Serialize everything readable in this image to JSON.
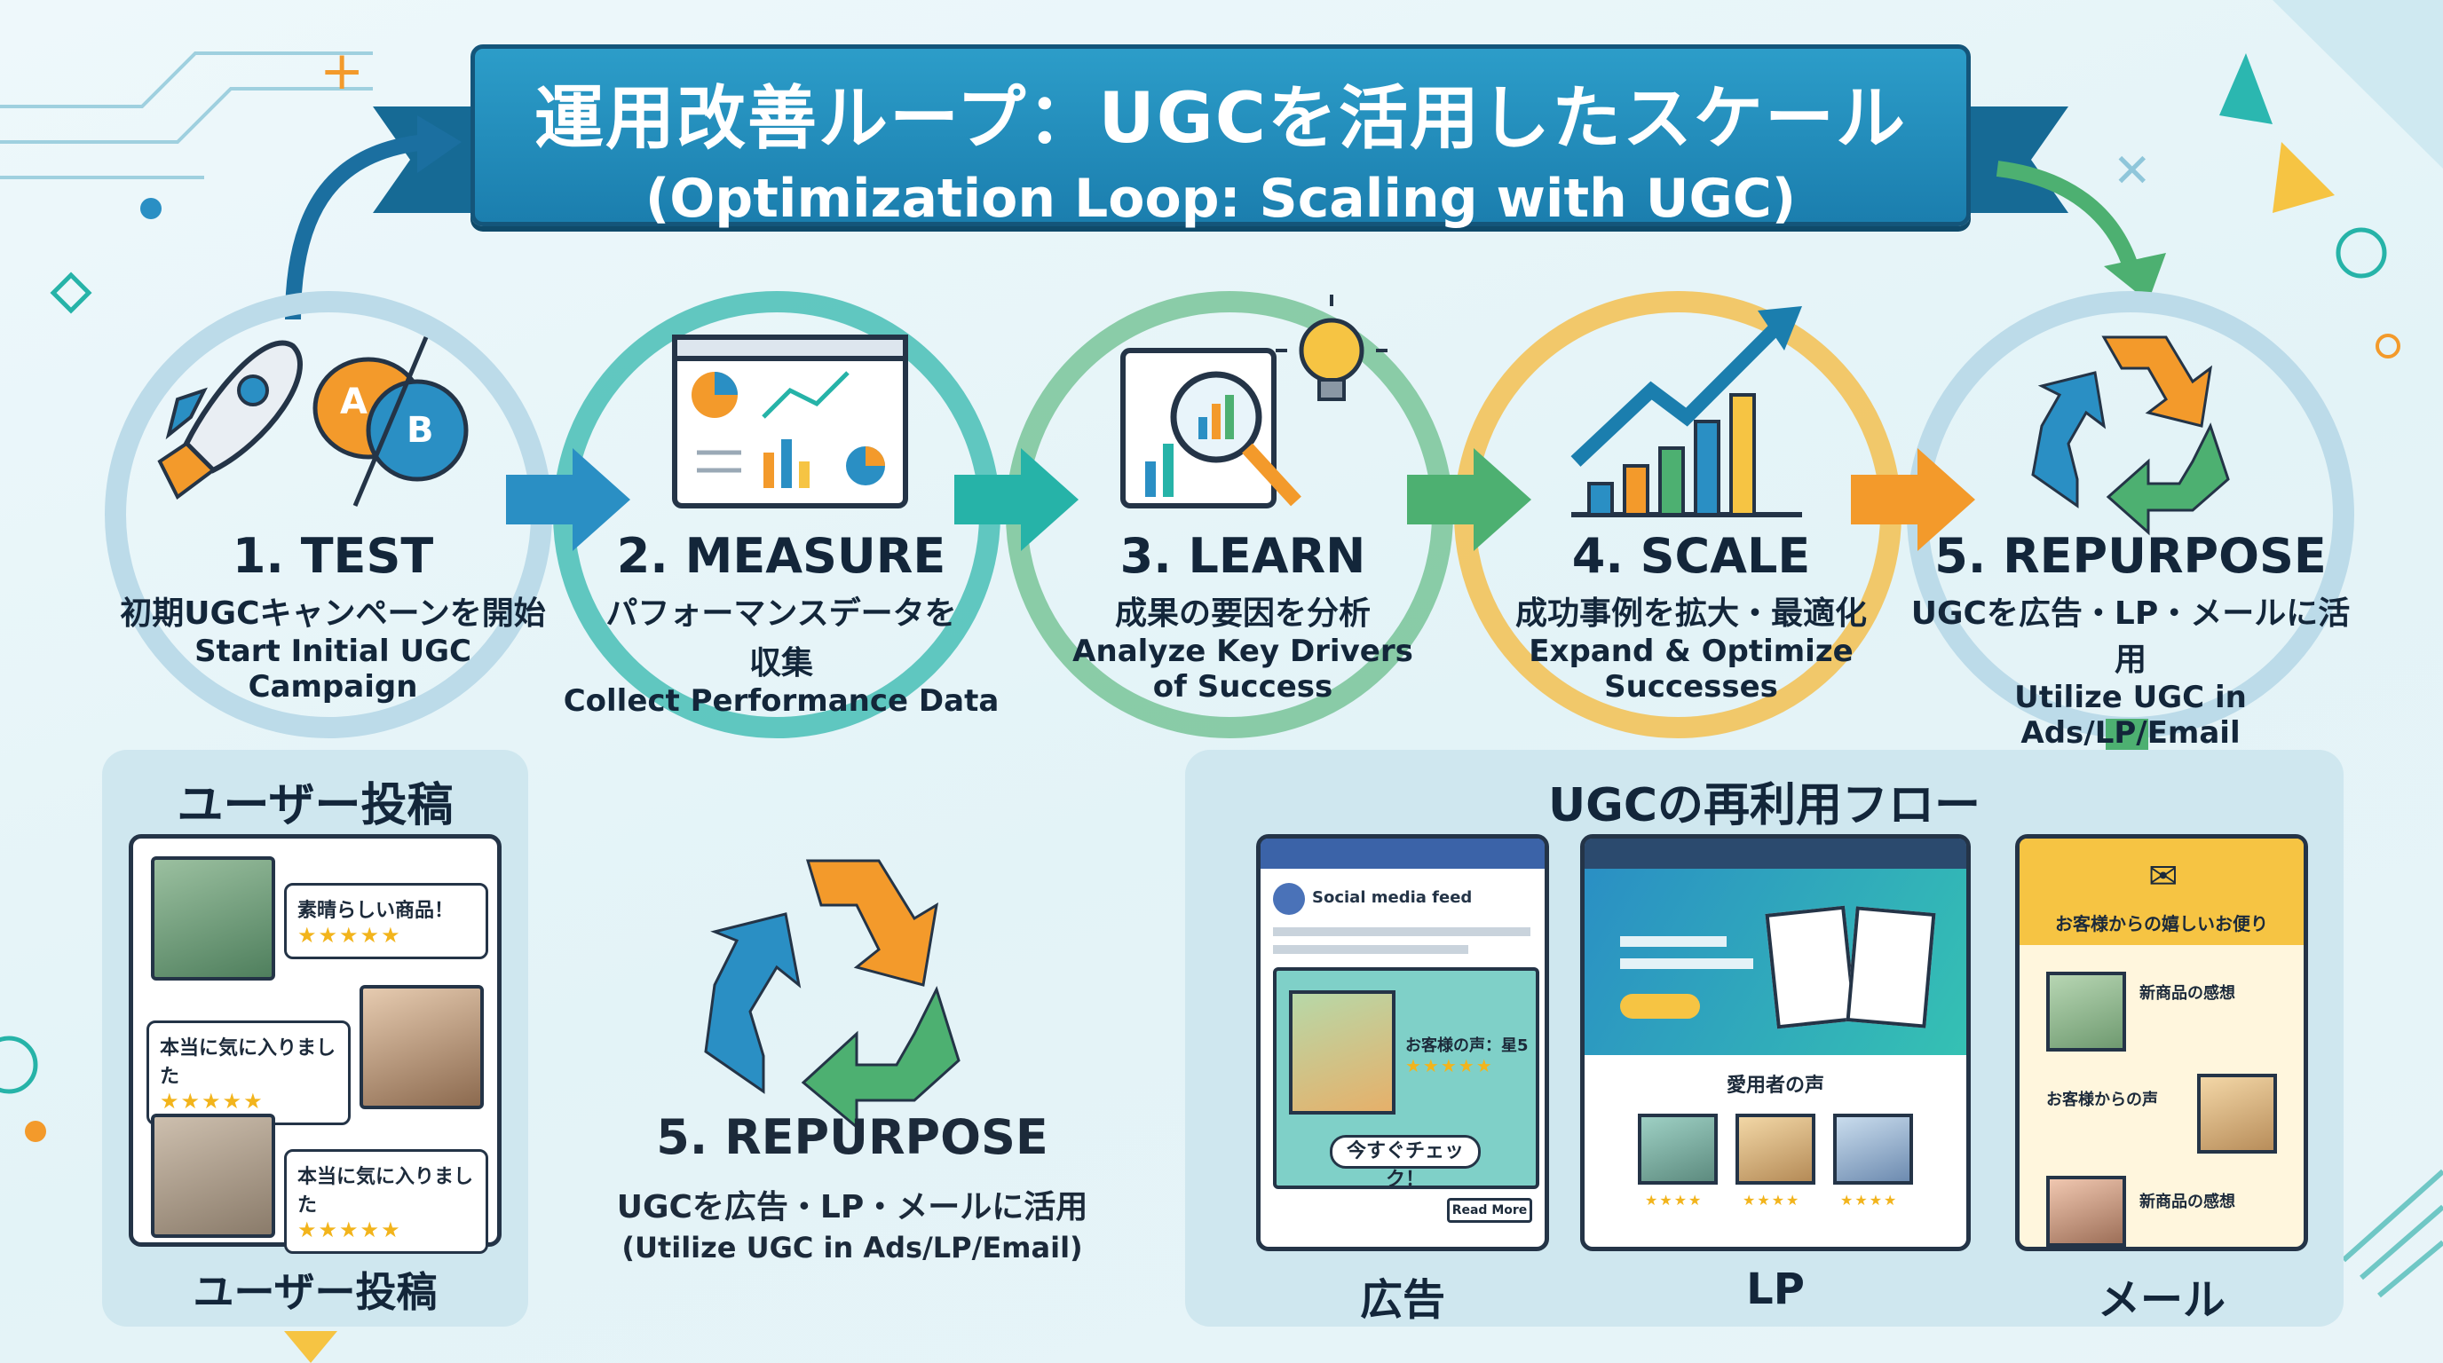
{
  "title": {
    "ja": "運用改善ループ：UGCを活用したスケール",
    "en": "(Optimization Loop: Scaling with UGC)"
  },
  "steps": [
    {
      "num": "1. TEST",
      "ja": "初期UGCキャンペーンを開始",
      "en1": "Start Initial UGC",
      "en2": "Campaign"
    },
    {
      "num": "2. MEASURE",
      "ja": "パフォーマンスデータを",
      "ja2": "収集",
      "en1": "Collect Performance Data",
      "en2": ""
    },
    {
      "num": "3. LEARN",
      "ja": "成果の要因を分析",
      "en1": "Analyze Key Drivers",
      "en2": "of Success"
    },
    {
      "num": "4. SCALE",
      "ja": "成功事例を拡大・最適化",
      "en1": "Expand & Optimize",
      "en2": "Successes"
    },
    {
      "num": "5. REPURPOSE",
      "ja": "UGCを広告・LP・メールに活用",
      "en1": "Utilize UGC in",
      "en2": "Ads/LP/Email"
    }
  ],
  "ab": {
    "a": "A",
    "b": "B"
  },
  "user_posts": {
    "title": "ユーザー投稿",
    "footer": "ユーザー投稿",
    "posts": [
      {
        "text": "素晴らしい商品！",
        "stars": "★★★★★"
      },
      {
        "text": "本当に気に入りました",
        "stars": "★★★★★"
      },
      {
        "text": "本当に気に入りました",
        "stars": "★★★★★"
      }
    ]
  },
  "center_repurpose": {
    "num": "5. REPURPOSE",
    "ja": "UGCを広告・LP・メールに活用",
    "en": "(Utilize UGC in Ads/LP/Email)"
  },
  "reuse_flow": {
    "title": "UGCの再利用フロー",
    "ad": {
      "label": "広告",
      "feed_title": "Social media feed",
      "quote": "お客様の声：星5",
      "stars": "★★★★★",
      "cta": "今すぐチェック！",
      "read_more": "Read More"
    },
    "lp": {
      "label": "LP",
      "section": "愛用者の声",
      "stars": "★★★★"
    },
    "mail": {
      "label": "メール",
      "header": "お客様からの嬉しいお便り",
      "item1": "新商品の感想",
      "item2": "お客様からの声",
      "item3": "新商品の感想"
    }
  },
  "colors": {
    "blue": "#2a8fc4",
    "teal": "#26b3a8",
    "green": "#4db071",
    "orange": "#f39a2b",
    "yellow": "#f6c443"
  }
}
